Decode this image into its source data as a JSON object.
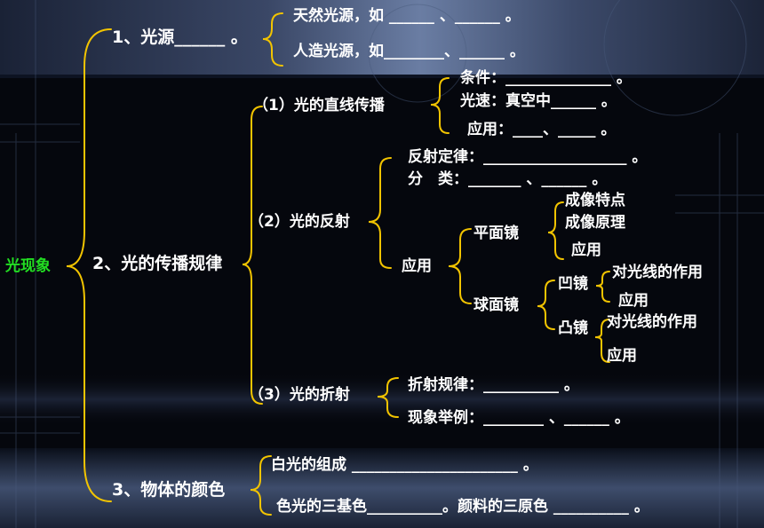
{
  "root": "光现象",
  "sec1": {
    "label": "1、光源______ 。",
    "natural": "天然光源，如 ______ 、______ 。",
    "artificial": "人造光源，如________、______ 。"
  },
  "sec2": {
    "label": "2、光的传播规律",
    "straight": {
      "label": "（1）光的直线传播",
      "condition": "条件：______________ 。",
      "speed": "光速：真空中______ 。",
      "application": "应用：____、_____ 。"
    },
    "reflection": {
      "label": "（2）光的反射",
      "law": "反射定律：___________________ 。",
      "types": "分　类：_______ 、______ 。",
      "application": "应用",
      "plane_mirror": {
        "label": "平面镜",
        "features": "成像特点",
        "principle": "成像原理",
        "application": "应用"
      },
      "spherical_mirror": {
        "label": "球面镜",
        "concave": "凹镜",
        "concave_effect": "对光线的作用",
        "concave_application": "应用",
        "convex": "凸镜",
        "convex_effect": "对光线的作用",
        "convex_application": "应用"
      }
    },
    "refraction": {
      "label": "（3）光的折射",
      "law": "折射规律：__________ 。",
      "examples": "现象举例：________ 、______  。"
    }
  },
  "sec3": {
    "label": "3、物体的颜色",
    "white_light": "白光的组成 ______________________ 。",
    "primaries": "色光的三基色__________。颜料的三原色 __________ 。"
  },
  "colors": {
    "brace": "#f2c400",
    "root_text": "#22dd22",
    "text": "#ffffff"
  }
}
